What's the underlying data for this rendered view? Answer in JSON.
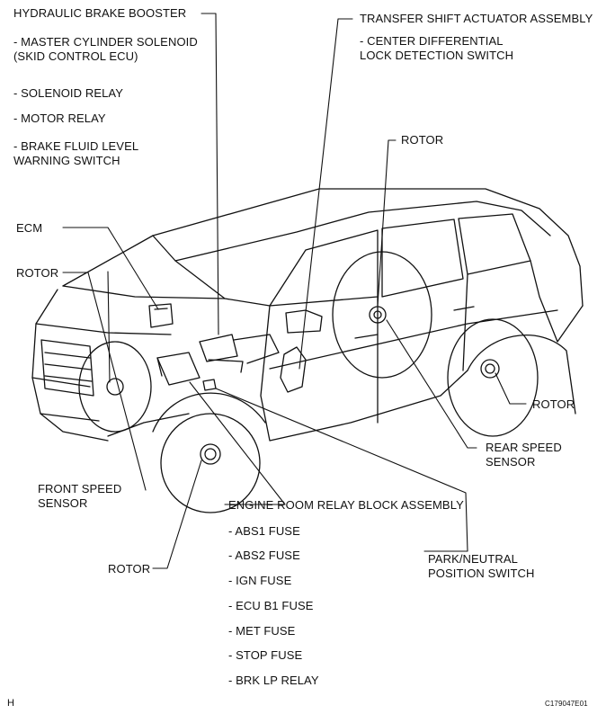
{
  "labels": {
    "hydraulic_booster": "HYDRAULIC BRAKE BOOSTER",
    "master_cyl": "- MASTER CYLINDER SOLENOID\n(SKID CONTROL ECU)",
    "solenoid_relay": "- SOLENOID RELAY",
    "motor_relay": "- MOTOR RELAY",
    "brake_fluid": "- BRAKE FLUID LEVEL\nWARNING SWITCH",
    "transfer_shift": "TRANSFER SHIFT ACTUATOR ASSEMBLY",
    "center_diff": "- CENTER DIFFERENTIAL\nLOCK DETECTION SWITCH",
    "rotor_top": "ROTOR",
    "ecm": "ECM",
    "rotor_left": "ROTOR",
    "rotor_right": "ROTOR",
    "rear_speed_sensor": "REAR SPEED\nSENSOR",
    "front_speed_sensor": "FRONT SPEED\nSENSOR",
    "engine_room_relay": "ENGINE ROOM RELAY BLOCK ASSEMBLY",
    "abs1": "- ABS1 FUSE",
    "abs2": "- ABS2 FUSE",
    "ign": "- IGN FUSE",
    "ecu_b1": "- ECU B1 FUSE",
    "met": "- MET FUSE",
    "stop": "- STOP FUSE",
    "brk_lp": "- BRK LP RELAY",
    "rotor_bottom": "ROTOR",
    "park_neutral": "PARK/NEUTRAL\nPOSITION SWITCH",
    "corner_h": "H",
    "figure_code": "C179047E01"
  },
  "colors": {
    "line": "#111111",
    "background": "#ffffff"
  }
}
